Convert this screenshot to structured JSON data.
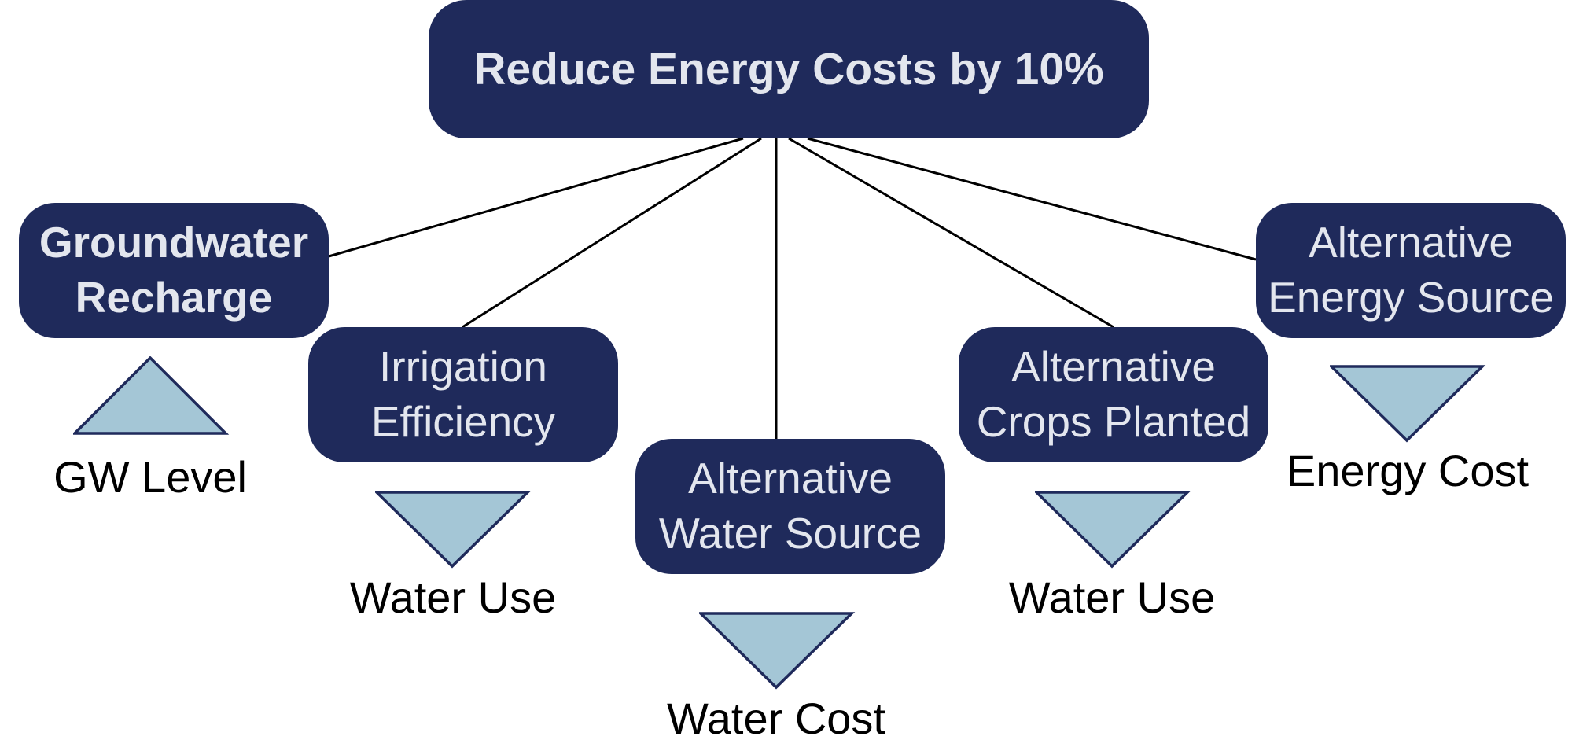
{
  "root": {
    "label": "Reduce Energy Costs by 10%"
  },
  "nodes": [
    {
      "lines": [
        "Groundwater",
        "Recharge"
      ],
      "indicator": "GW Level",
      "direction": "up"
    },
    {
      "lines": [
        "Irrigation",
        "Efficiency"
      ],
      "indicator": "Water Use",
      "direction": "down"
    },
    {
      "lines": [
        "Alternative",
        "Water Source"
      ],
      "indicator": "Water Cost",
      "direction": "down"
    },
    {
      "lines": [
        "Alternative",
        "Crops Planted"
      ],
      "indicator": "Water Use",
      "direction": "down"
    },
    {
      "lines": [
        "Alternative",
        "Energy Source"
      ],
      "indicator": "Energy Cost",
      "direction": "down"
    }
  ],
  "colors": {
    "box": "#1f2a5b",
    "box_text": "#e3e6ee",
    "triangle_fill": "#a4c6d6",
    "triangle_stroke": "#1f2a5b",
    "line": "#000000"
  }
}
